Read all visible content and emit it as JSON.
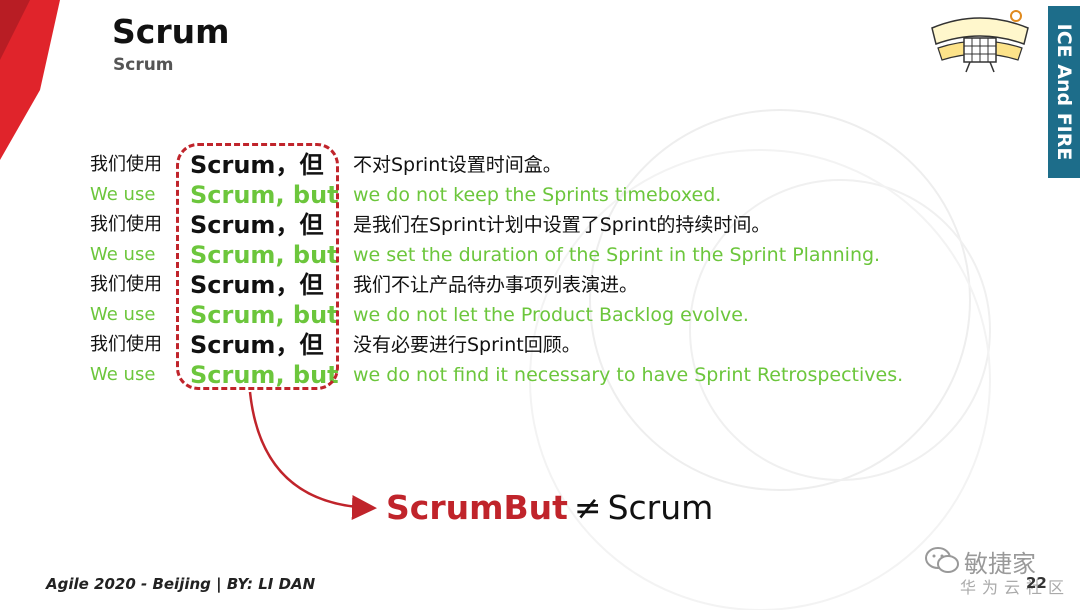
{
  "slide": {
    "title": "Scrum",
    "subtitle": "Scrum",
    "side_tab": "ICE And FIRE",
    "logo_alt": "Scrum badge logo"
  },
  "rows": [
    {
      "lang": "zh",
      "c1": "我们使用",
      "c2": "Scrum，但",
      "c3": "不对Sprint设置时间盒。"
    },
    {
      "lang": "en",
      "c1": "We use",
      "c2": "Scrum, but",
      "c3": "we do not keep the Sprints timeboxed."
    },
    {
      "lang": "zh",
      "c1": "我们使用",
      "c2": "Scrum，但",
      "c3": "是我们在Sprint计划中设置了Sprint的持续时间。"
    },
    {
      "lang": "en",
      "c1": "We use",
      "c2": "Scrum, but",
      "c3": "we set the duration of the Sprint in the Sprint Planning."
    },
    {
      "lang": "zh",
      "c1": "我们使用",
      "c2": "Scrum，但",
      "c3": "我们不让产品待办事项列表演进。"
    },
    {
      "lang": "en",
      "c1": "We use",
      "c2": "Scrum, but",
      "c3": "we do not let the Product Backlog evolve."
    },
    {
      "lang": "zh",
      "c1": "我们使用",
      "c2": "Scrum，但",
      "c3": "没有必要进行Sprint回顾。"
    },
    {
      "lang": "en",
      "c1": "We use",
      "c2": "Scrum, but",
      "c3": "we do not find it necessary to have Sprint Retrospectives."
    }
  ],
  "formula": {
    "left": "ScrumBut",
    "op": "≠",
    "right": "Scrum"
  },
  "footer": "Agile 2020 - Beijing | BY: LI DAN",
  "watermark": {
    "main": "敏捷家",
    "sub": "华为云社区"
  },
  "page_number": "22",
  "colors": {
    "accent_red": "#c0242b",
    "green": "#6cc63c",
    "tab_blue": "#1d6d8a"
  }
}
